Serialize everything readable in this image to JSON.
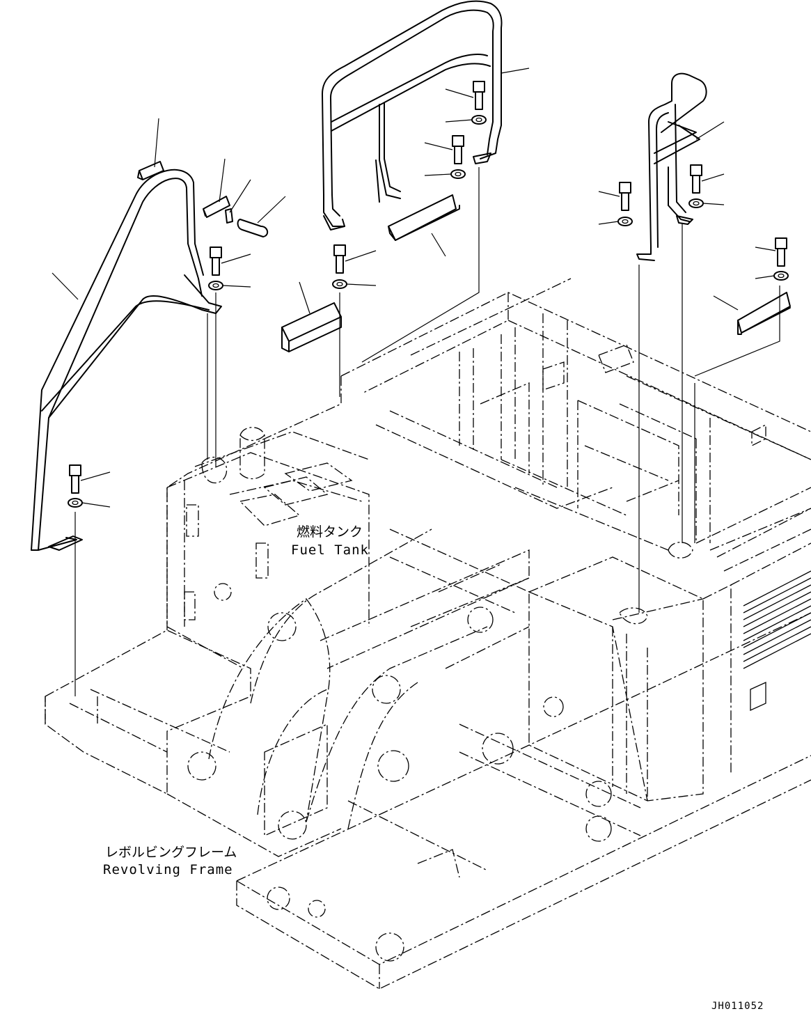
{
  "labels": {
    "fuel_tank_jp": "燃料タンク",
    "fuel_tank_en": "Fuel Tank",
    "revolving_frame_jp": "レボルビングフレーム",
    "revolving_frame_en": "Revolving Frame",
    "drawing_code": "JH011052"
  }
}
